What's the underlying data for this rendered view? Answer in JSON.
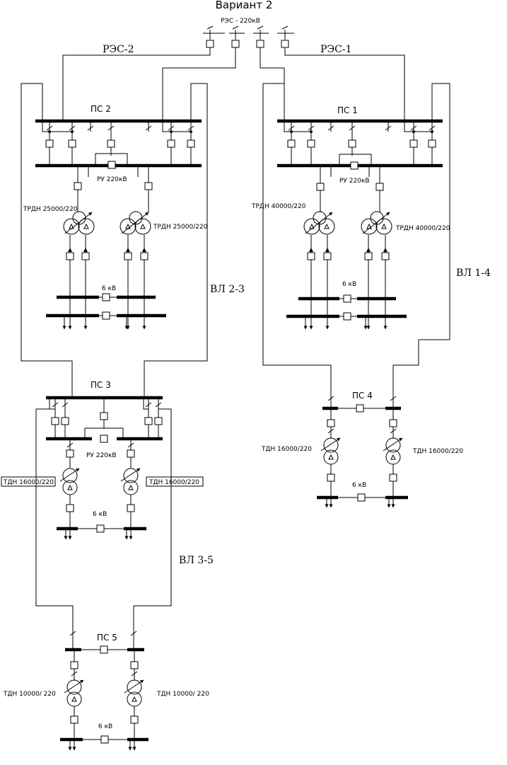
{
  "title": "Вариант 2",
  "source": {
    "label": "РЭС - 220кВ"
  },
  "lines": {
    "res2": "РЭС-2",
    "res1": "РЭС-1",
    "vl23": "ВЛ 2-3",
    "vl14": "ВЛ 1-4",
    "vl35": "ВЛ 3-5"
  },
  "substations": {
    "ps1": {
      "name": "ПС 1",
      "ru": "РУ 220кВ",
      "t1": "ТРДН 40000/220",
      "t2": "ТРДН 40000/220",
      "lv": "6 кВ"
    },
    "ps2": {
      "name": "ПС 2",
      "ru": "РУ 220кВ",
      "t1": "ТРДН 25000/220",
      "t2": "ТРДН 25000/220",
      "lv": "6 кВ"
    },
    "ps3": {
      "name": "ПС 3",
      "ru": "РУ 220кВ",
      "t1": "ТДН 16000/220",
      "t2": "ТДН 16000/220",
      "lv": "6 кВ"
    },
    "ps4": {
      "name": "ПС 4",
      "t1": "ТДН 16000/220",
      "t2": "ТДН 16000/220",
      "lv": "6 кВ"
    },
    "ps5": {
      "name": "ПС 5",
      "t1": "ТДН 10000/ 220",
      "t2": "ТДН 10000/ 220",
      "lv": "6 кВ"
    }
  }
}
